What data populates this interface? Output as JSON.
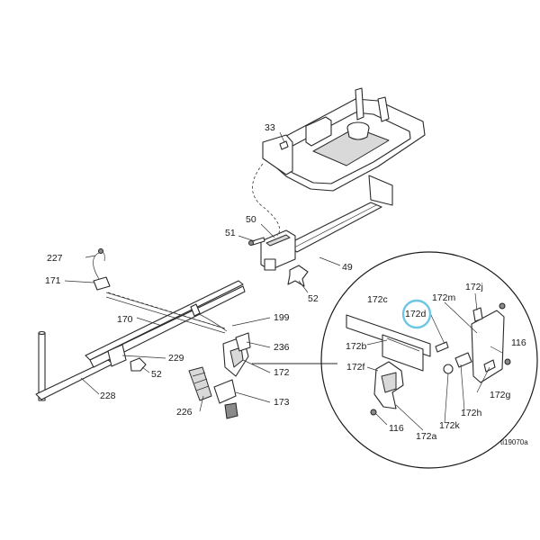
{
  "colors": {
    "line": "#2a2a2a",
    "highlight_ring": "#6ec6e6",
    "background": "#ffffff"
  },
  "labels": {
    "l33": "33",
    "l50": "50",
    "l51": "51",
    "l49": "49",
    "l52a": "52",
    "l227": "227",
    "l171": "171",
    "l170": "170",
    "l199": "199",
    "l236": "236",
    "l229": "229",
    "l52b": "52",
    "l172": "172",
    "l228": "228",
    "l173": "173",
    "l226": "226",
    "l172c": "172c",
    "l172d": "172d",
    "l172m": "172m",
    "l172j": "172j",
    "l172b": "172b",
    "l116a": "116",
    "l172f": "172f",
    "l172g": "172g",
    "l172h": "172h",
    "l172k": "172k",
    "l116b": "116",
    "l172a": "172a"
  },
  "figure_ref": "ti19070a"
}
